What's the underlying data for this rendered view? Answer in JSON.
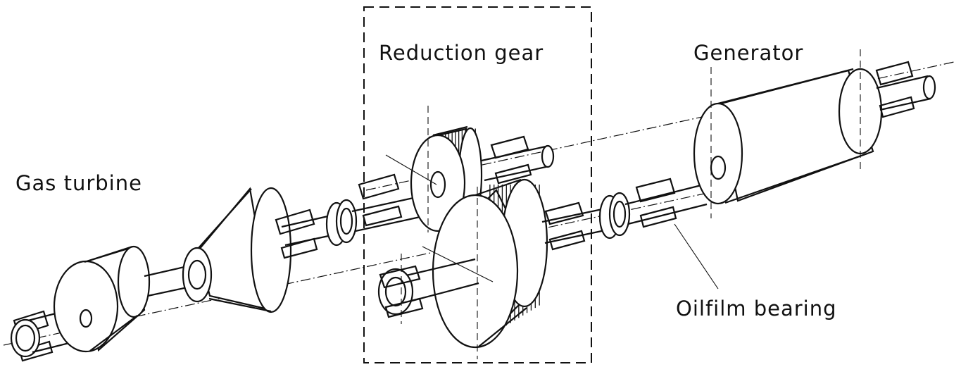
{
  "labels": {
    "gas_turbine": "Gas turbine",
    "reduction_gear": "Reduction gear",
    "generator": "Generator",
    "oilfilm_bearing": "Oilfilm bearing"
  }
}
